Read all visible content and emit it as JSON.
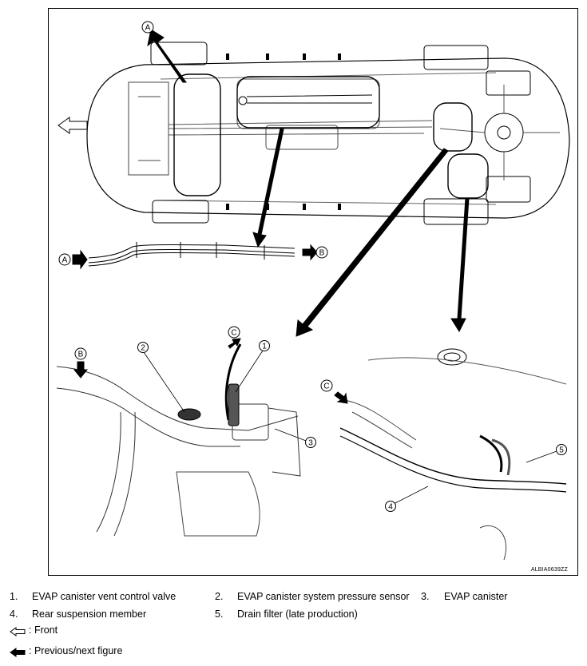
{
  "figure": {
    "reference_code": "ALBIA0639ZZ",
    "connector_labels": {
      "a": "A",
      "b": "B",
      "c": "C"
    },
    "callout_numbers": {
      "n1": "1",
      "n2": "2",
      "n3": "3",
      "n4": "4",
      "n5": "5"
    }
  },
  "legend": {
    "items": [
      {
        "num": "1.",
        "text": "EVAP canister vent control valve"
      },
      {
        "num": "2.",
        "text": "EVAP canister system pressure sensor"
      },
      {
        "num": "3.",
        "text": "EVAP canister"
      },
      {
        "num": "4.",
        "text": "Rear suspension member"
      },
      {
        "num": "5.",
        "text": "Drain filter (late production)"
      }
    ],
    "symbols": [
      {
        "icon": "front-arrow-outline-icon",
        "text": ": Front"
      },
      {
        "icon": "next-figure-arrow-solid-icon",
        "text": ": Previous/next figure"
      }
    ]
  }
}
